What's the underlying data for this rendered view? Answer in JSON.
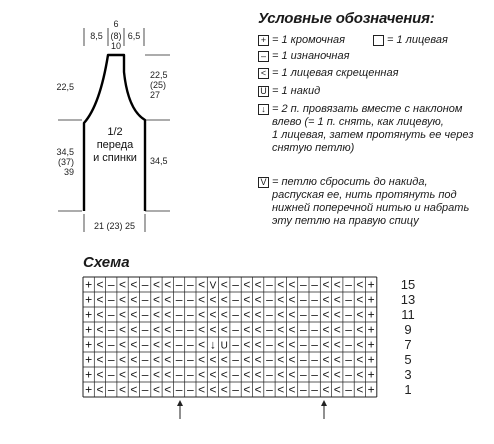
{
  "pattern": {
    "top_widths": {
      "main": "6",
      "left": "8,5",
      "mid": "(8)",
      "right": "6,5",
      "bottom": "10"
    },
    "left_height_upper": "22,5",
    "left_height_lower": [
      "34,5",
      "(37)",
      "39"
    ],
    "right_height_upper": [
      "22,5",
      "(25)",
      "27"
    ],
    "right_height_lower": "34,5",
    "piece_label": [
      "1/2",
      "переда",
      "и спинки"
    ],
    "bottom_width": "21 (23) 25"
  },
  "legend": {
    "title": "Условные обозначения:",
    "items": [
      {
        "icon": "+",
        "text": "= 1 кромочная"
      },
      {
        "icon": "",
        "text": "= 1 лицевая"
      },
      {
        "icon": "–",
        "text": "= 1 изнаночная"
      },
      {
        "icon": "<",
        "text": "= 1 лицевая скрещенная"
      },
      {
        "icon": "U",
        "text": "= 1 накид"
      },
      {
        "icon": "↓",
        "lines": [
          "= 2 п. провязать вместе с наклоном",
          "влево (= 1 п. снять, как лицевую,",
          "1 лицевая, затем протянуть ее через",
          "снятую петлю)"
        ]
      },
      {
        "icon": "V",
        "lines": [
          "= петлю сбросить до накида,",
          "распуская ее, нить протянуть под",
          "нижней поперечной нитью и набрать",
          "эту петлю на правую спицу"
        ]
      }
    ]
  },
  "schema": {
    "title": "Схема",
    "row_numbers": [
      "15",
      "13",
      "11",
      "9",
      "7",
      "5",
      "3",
      "1"
    ],
    "rows": [
      "+<–<<–<<––<V<–<<–<<––<<–<+",
      "+<–<<–<<––<<<–<<–<<––<<–<+",
      "+<–<<–<<––<<<–<<–<<––<<–<+",
      "+<–<<–<<––<<<–<<–<<––<<–<+",
      "+<–<<–<<––<↓U–<<–<<––<<–<+",
      "+<–<<–<<––<<<–<<–<<––<<–<+",
      "+<–<<–<<––<<<–<<–<<––<<–<+",
      "+<–<<–<<––<<<–<<–<<––<<–<+"
    ]
  }
}
